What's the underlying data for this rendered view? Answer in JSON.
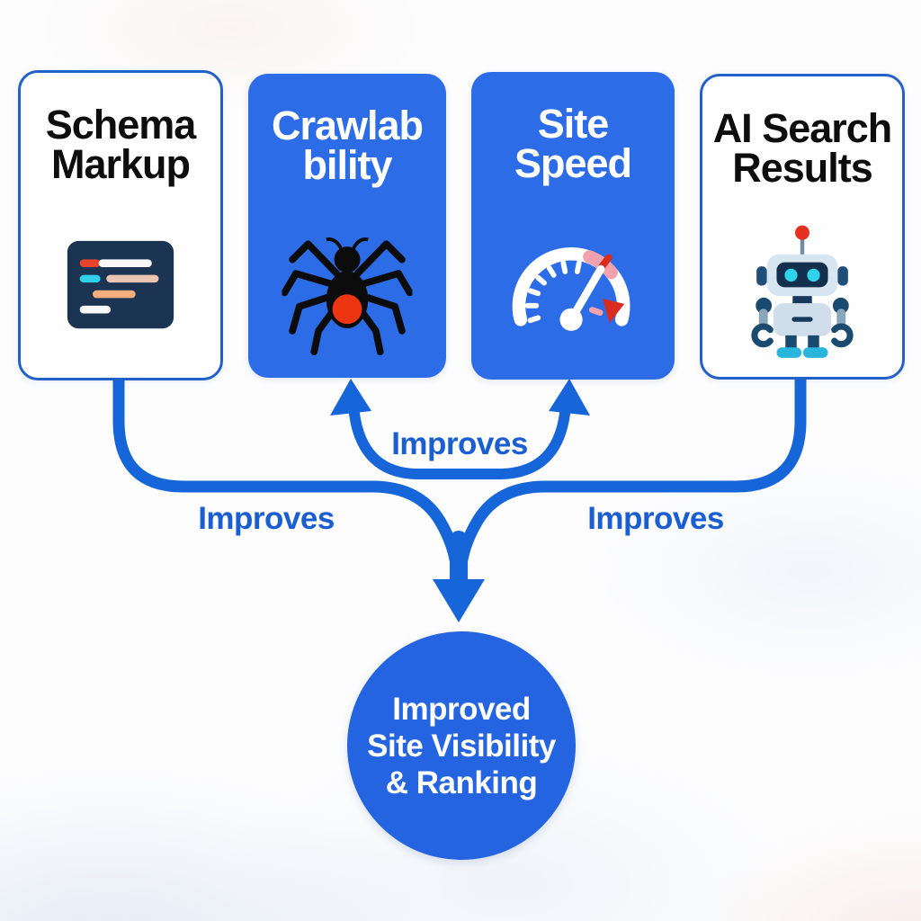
{
  "cards": [
    {
      "title_line1": "Schema",
      "title_line2": "Markup",
      "icon": "code-snippet-icon",
      "variant": "outline"
    },
    {
      "title_line1": "Crawlab",
      "title_line2": "bility",
      "icon": "spider-icon",
      "variant": "filled"
    },
    {
      "title_line1": "Site",
      "title_line2": "Speed",
      "icon": "speedometer-icon",
      "variant": "filled"
    },
    {
      "title_line1": "AI Search",
      "title_line2": "Results",
      "icon": "robot-icon",
      "variant": "outline"
    }
  ],
  "edge_labels": {
    "center": "Improves",
    "left": "Improves",
    "right": "Improves"
  },
  "result_node": {
    "line1": "Improved",
    "line2": "Site Visibility",
    "line3": "& Ranking"
  },
  "colors": {
    "card_blue": "#2d6ce7",
    "arrow_blue": "#1766d9",
    "label_blue": "#1b5ed2",
    "circle_blue": "#2464e1",
    "outline_border": "#2161c9",
    "title_dark": "#0d0d0d",
    "title_light": "#ffffff"
  }
}
